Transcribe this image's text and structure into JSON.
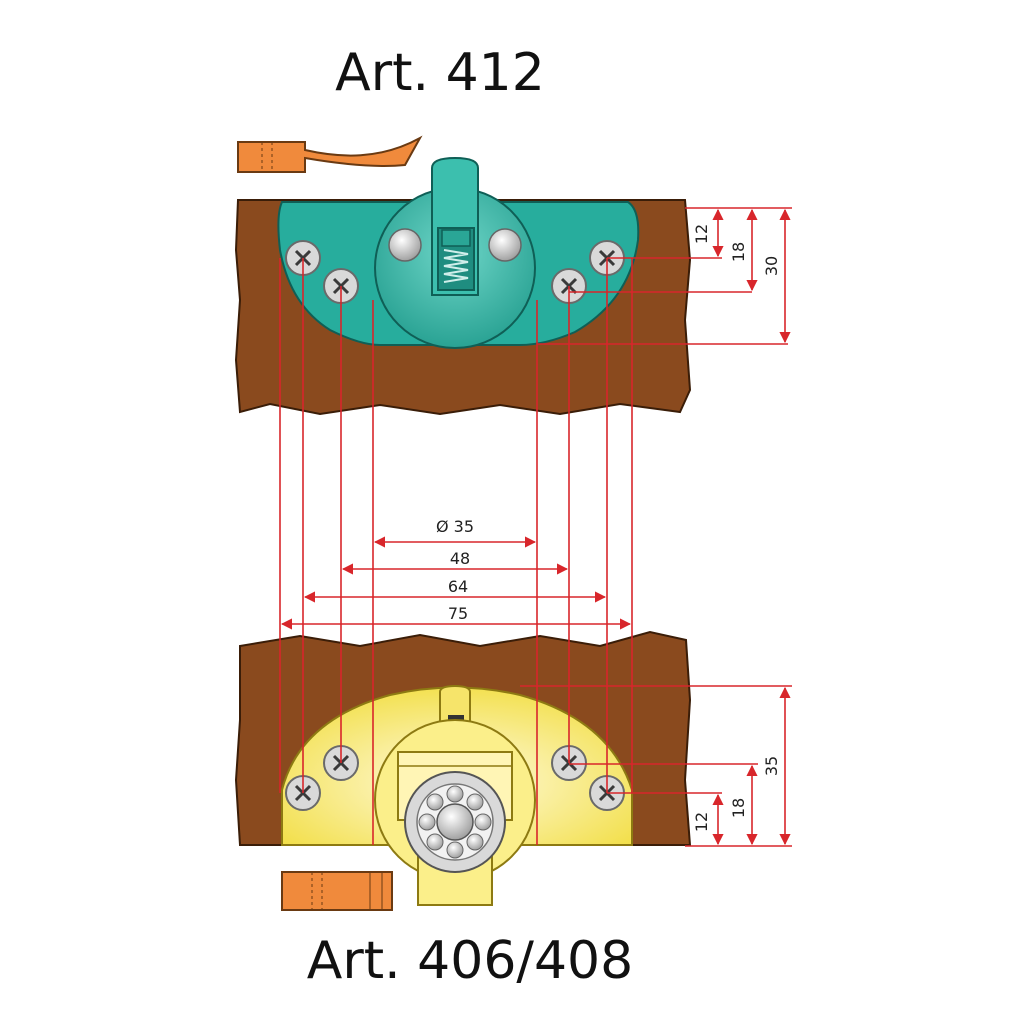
{
  "titles": {
    "top": "Art. 412",
    "bottom": "Art. 406/408"
  },
  "dimensions": {
    "horizontal": [
      "Ø 35",
      "48",
      "64",
      "75"
    ],
    "top_vertical": [
      "12",
      "18",
      "30"
    ],
    "bottom_vertical": [
      "35",
      "18",
      "12"
    ]
  },
  "colors": {
    "wood": "#8a4a1e",
    "teal_plate": "#25a99a",
    "yellow_plate": "#f4e44a",
    "dimension_line": "#d8262b",
    "orange_part": "#f08a3c"
  },
  "icons": {
    "screw": "phillips-screw-icon",
    "bearing": "ball-bearing-icon",
    "spring": "spring-icon"
  }
}
